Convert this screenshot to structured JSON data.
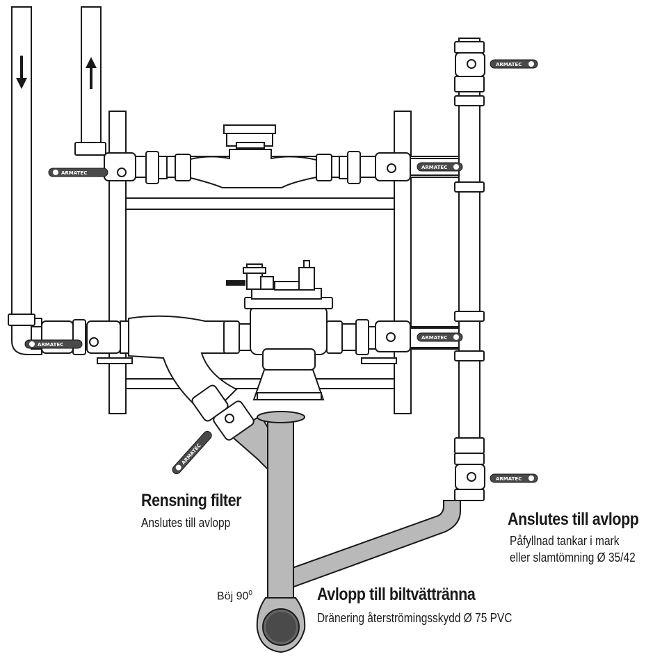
{
  "brand": "ARMATEC",
  "colors": {
    "pipe": "#ffffff",
    "drain": "#b9b9b9",
    "outline": "#1a1a1a",
    "handle": "#4a4a4a",
    "cap": "#3a3a3a"
  },
  "labels": {
    "rensning": {
      "title": "Rensning filter",
      "sub": "Anslutes till avlopp"
    },
    "anslutes": {
      "title": "Anslutes till avlopp",
      "line1": "Påfyllnad tankar i mark",
      "line2": "eller slamtömning Ø 35/42"
    },
    "avlopp": {
      "title": "Avlopp till biltvättränna",
      "sub": "Dränering återströmingsskydd Ø 75 PVC"
    },
    "boj": {
      "text": "Böj 90",
      "sup": "0"
    }
  }
}
